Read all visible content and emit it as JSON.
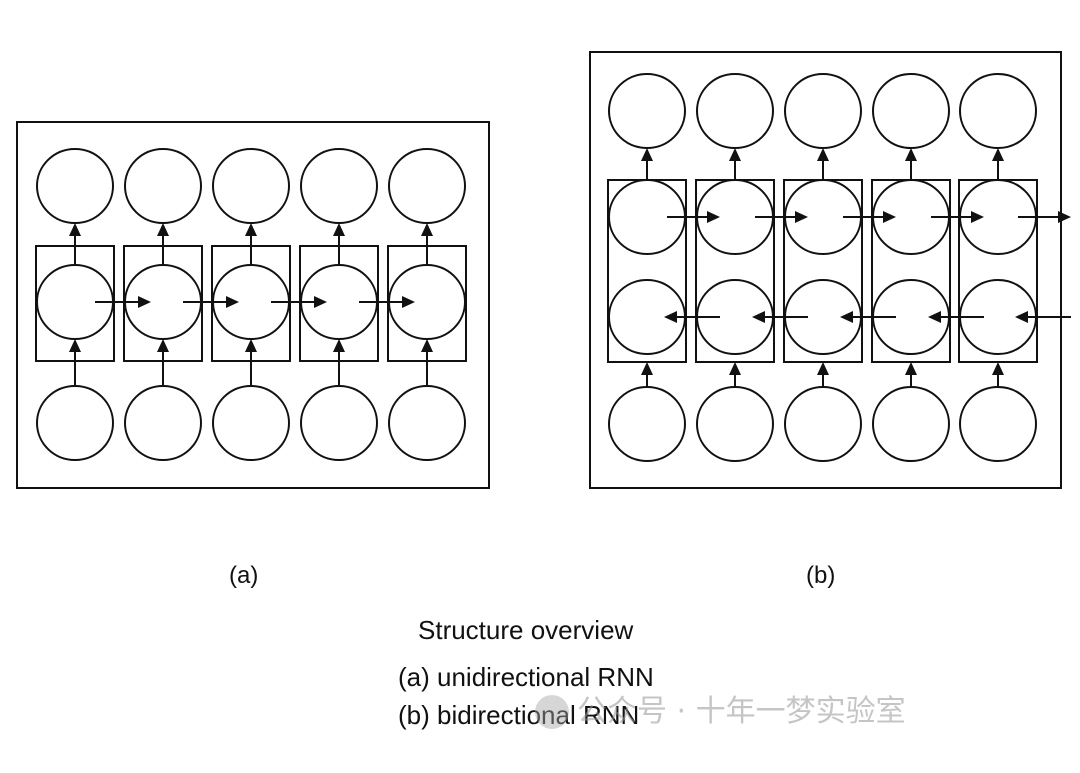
{
  "panels": [
    {
      "id": "a",
      "caption": "(a)",
      "kind": "unidirectional",
      "timesteps": 5,
      "rows": [
        "output",
        "hidden-forward",
        "input"
      ]
    },
    {
      "id": "b",
      "caption": "(b)",
      "kind": "bidirectional",
      "timesteps": 5,
      "rows": [
        "output",
        "hidden-forward",
        "hidden-backward",
        "input"
      ]
    }
  ],
  "overview": {
    "title": "Structure overview",
    "line_a": "(a) unidirectional RNN",
    "line_b": "(b) bidirectional RNN"
  },
  "watermark": {
    "text": "公众号 · 十年一梦实验室",
    "logo_icon": "wechat-logo-icon"
  }
}
